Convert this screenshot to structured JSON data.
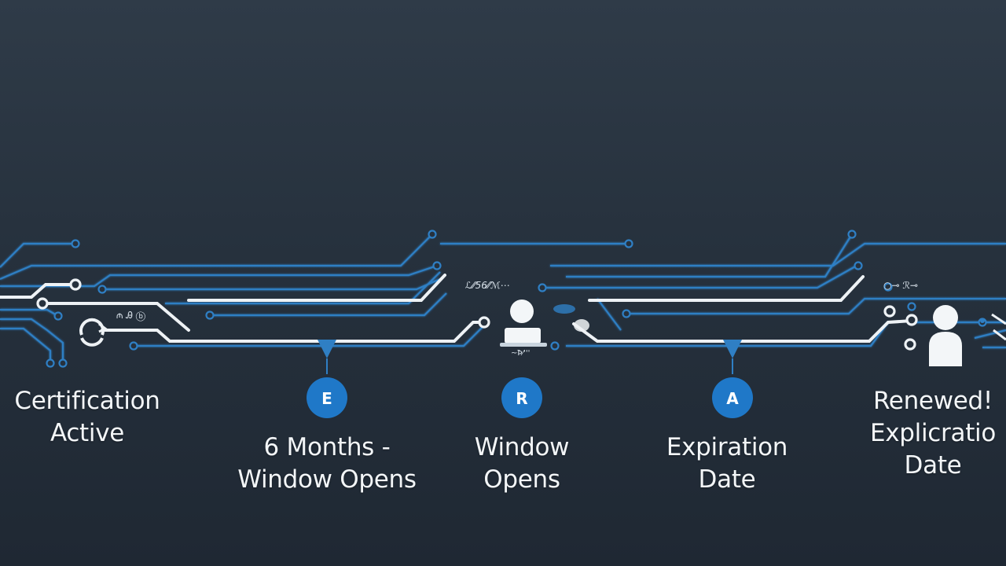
{
  "colors": {
    "background_top": "#2f3b48",
    "background_bottom": "#1f2833",
    "trace_blue": "#2f7fc4",
    "trace_white": "#eef2f5",
    "badge_blue": "#1f78c8"
  },
  "stages": [
    {
      "line1": "Certification",
      "line2": "Active"
    },
    {
      "line1": "6 Months -",
      "line2": "Window Opens",
      "badge": "E"
    },
    {
      "line1": "Window",
      "line2": "Opens",
      "badge": "R"
    },
    {
      "line1": "Expiration",
      "line2": "Date",
      "badge": "A"
    },
    {
      "line1": "Renewed!",
      "line2": "Explicratio",
      "line3": "Date"
    }
  ],
  "annotations": {
    "small_left": "₼ Ꭿ ⓑ",
    "small_center_top": "ℒ⁄⁄56⁄⁄ℳ⋯",
    "small_center_under": "~Ꝥ⁄ꞌꞌꞌ",
    "small_right_top": "○⊸ ℛ⊸"
  },
  "icons": [
    "cycle-icon",
    "user-icon",
    "person-icon"
  ]
}
